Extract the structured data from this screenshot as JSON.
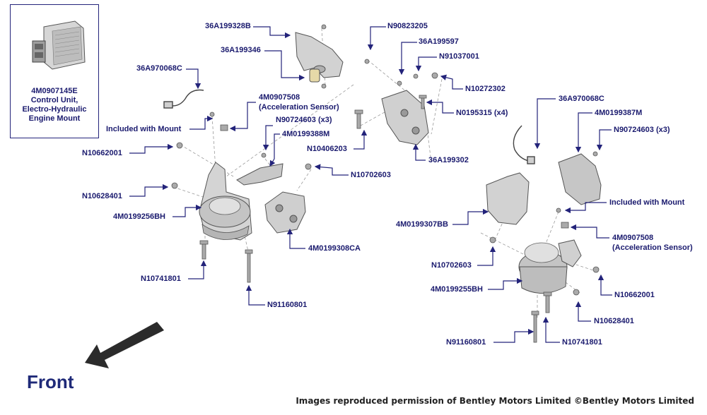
{
  "inset": {
    "part_number": "4M0907145E",
    "line1": "Control Unit,",
    "line2": "Electro-Hydraulic",
    "line3": "Engine Mount"
  },
  "labels": {
    "l_36A199328B": "36A199328B",
    "l_N90823205": "N90823205",
    "l_36A199346": "36A199346",
    "l_36A199597": "36A199597",
    "l_N91037001": "N91037001",
    "l_N10272302": "N10272302",
    "l_36A970068C_left": "36A970068C",
    "l_4M0907508_left": "4M0907508",
    "l_accel_left": "(Acceleration Sensor)",
    "l_N0195315": "N0195315 (x4)",
    "l_included_left": "Included with Mount",
    "l_N90724603_left": "N90724603 (x3)",
    "l_4M0199388M": "4M0199388M",
    "l_N10662001_left": "N10662001",
    "l_N10406203": "N10406203",
    "l_36A199302": "36A199302",
    "l_N10702603_left": "N10702603",
    "l_N10628401_left": "N10628401",
    "l_4M0199256BH": "4M0199256BH",
    "l_4M0199308CA": "4M0199308CA",
    "l_N10741801_left": "N10741801",
    "l_N91160801_left": "N91160801",
    "l_36A970068C_right": "36A970068C",
    "l_4M0199387M": "4M0199387M",
    "l_N90724603_right": "N90724603 (x3)",
    "l_included_right": "Included with Mount",
    "l_4M0199307BB": "4M0199307BB",
    "l_4M0907508_right": "4M0907508",
    "l_accel_right": "(Acceleration Sensor)",
    "l_N10702603_right": "N10702603",
    "l_4M0199255BH": "4M0199255BH",
    "l_N10662001_right": "N10662001",
    "l_N10628401_right": "N10628401",
    "l_N91160801_right": "N91160801",
    "l_N10741801_right": "N10741801"
  },
  "front_label": "Front",
  "credit": "Images reproduced permission of Bentley Motors Limited ©Bentley Motors Limited",
  "colors": {
    "label": "#1a1a6e",
    "leader": "#23237a",
    "part_fill": "#cfcfcf",
    "part_stroke": "#555555",
    "front_arrow": "#2b2b2b"
  },
  "icons": [
    "control-unit-image",
    "front-arrow-icon"
  ]
}
